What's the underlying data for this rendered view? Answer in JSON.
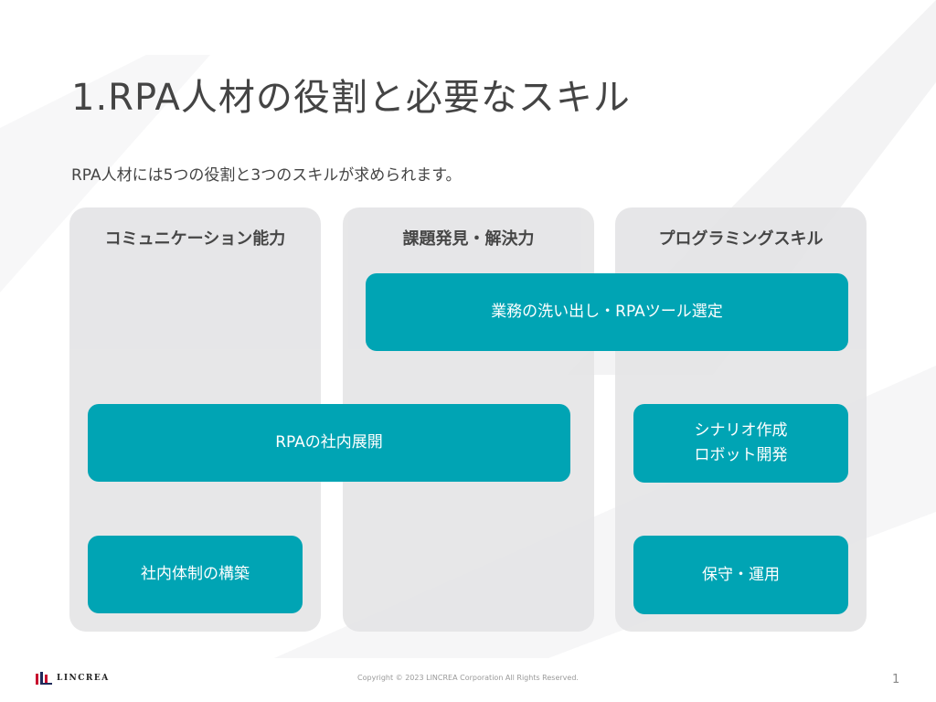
{
  "slide": {
    "title": "1.RPA人材の役割と必要なスキル",
    "subtitle": "RPA人材には5つの役割と3つのスキルが求められます。"
  },
  "columns": [
    {
      "label": "コミュニケーション能力"
    },
    {
      "label": "課題発見・解決力"
    },
    {
      "label": "プログラミングスキル"
    }
  ],
  "tasks": {
    "business_review": {
      "lines": [
        "業務の洗い出し・RPAツール選定"
      ]
    },
    "rollout": {
      "lines": [
        "RPAの社内展開"
      ]
    },
    "scenario": {
      "lines": [
        "シナリオ作成",
        "ロボット開発"
      ]
    },
    "org_setup": {
      "lines": [
        "社内体制の構築"
      ]
    },
    "maintenance": {
      "lines": [
        "保守・運用"
      ]
    }
  },
  "colors": {
    "accent": "#00a4b4",
    "column_bg": "#e4e4e6",
    "title_text": "#444444"
  },
  "footer": {
    "logo_text": "LINCREA",
    "logo_icon": "lincrea-logo-icon",
    "copyright": "Copyright © 2023 LINCREA Corporation All Rights Reserved.",
    "page_number": "1"
  }
}
